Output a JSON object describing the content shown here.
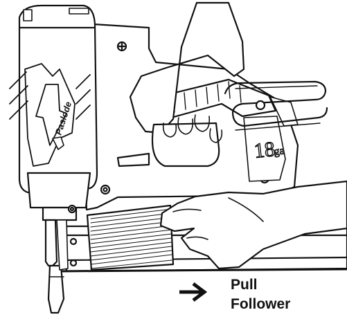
{
  "illustration": {
    "subject": "nailer-tool-with-hands",
    "brand_logo_text": "Paslode",
    "gauge_label": "18",
    "gauge_unit": "ga"
  },
  "instruction": {
    "line1": "Pull",
    "line2": "Follower",
    "arrow_icon": "right-arrow-icon"
  },
  "colors": {
    "ink": "#111111",
    "paper": "#ffffff"
  }
}
